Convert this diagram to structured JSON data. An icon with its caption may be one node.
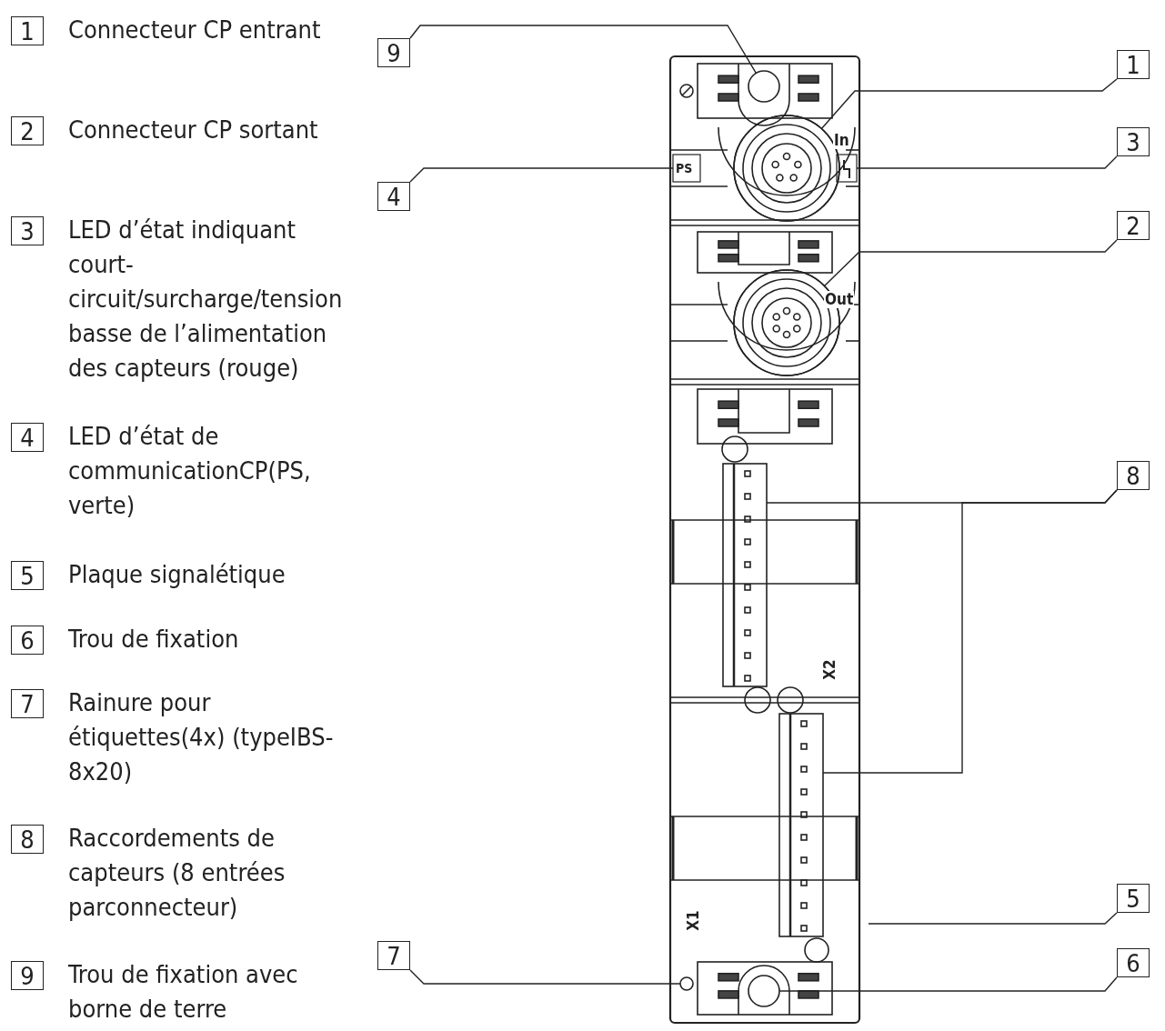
{
  "diagram": {
    "nodes": [
      {
        "text": [
          "1",
          "Connecteur CP entrant"
        ]
      },
      {
        "text": [
          "2",
          "Connecteur CP sortant"
        ]
      },
      {
        "text": [
          "3",
          "LED d’état indiquant court-circuit/surcharge/tension basse de l’alimentation des capteurs (rouge)"
        ]
      },
      {
        "text": [
          "4",
          "LED d’état de communicationCP(PS, verte)"
        ]
      },
      {
        "text": [
          "5",
          "Plaque signalétique"
        ]
      },
      {
        "text": [
          "6",
          "Trou de fixation"
        ]
      },
      {
        "text": [
          "7",
          "Rainure pour étiquettes(4x) (typeIBS-8x20)"
        ]
      },
      {
        "text": [
          "8",
          "Raccordements de capteurs (8 entrées parconnecteur)"
        ]
      },
      {
        "text": [
          "9",
          "Trou de fixation avec borne de terre"
        ]
      },
      {
        "text": [
          "9"
        ]
      },
      {
        "text": [
          "1"
        ]
      },
      {
        "text": [
          "3"
        ]
      },
      {
        "text": [
          "4"
        ]
      },
      {
        "text": [
          "2"
        ]
      },
      {
        "text": [
          "8"
        ]
      },
      {
        "text": [
          "5"
        ]
      },
      {
        "text": [
          "7"
        ]
      },
      {
        "text": [
          "6"
        ]
      },
      {
        "text": [],
        "shape": "circle"
      },
      {
        "text": [],
        "shape": "circle"
      },
      {
        "text": [],
        "shape": "box"
      },
      {
        "text": [],
        "shape": "box"
      },
      {
        "text": [],
        "shape": "circle"
      },
      {
        "text": [],
        "shape": "bar"
      },
      {
        "text": [],
        "shape": "bar"
      },
      {
        "text": [],
        "shape": "circle"
      },
      {
        "text": [],
        "shape": "circle"
      }
    ],
    "edges": [
      {
        "from": 9,
        "to": 18,
        "arrow": "none"
      },
      {
        "from": 10,
        "to": 19,
        "arrow": "none"
      },
      {
        "from": 11,
        "to": 21,
        "arrow": "none"
      },
      {
        "from": 12,
        "to": 20,
        "arrow": "none"
      },
      {
        "from": 13,
        "to": 22,
        "arrow": "none"
      },
      {
        "from": 14,
        "to": 23,
        "arrow": "none"
      },
      {
        "from": 14,
        "to": 24,
        "arrow": "none"
      },
      {
        "from": 15,
        "to": null,
        "arrow": "none"
      },
      {
        "from": 16,
        "to": 25,
        "arrow": "none"
      },
      {
        "from": 17,
        "to": 26,
        "arrow": "none"
      }
    ],
    "labels": [
      "In",
      "PS",
      "Out",
      "X2",
      "X1"
    ]
  }
}
